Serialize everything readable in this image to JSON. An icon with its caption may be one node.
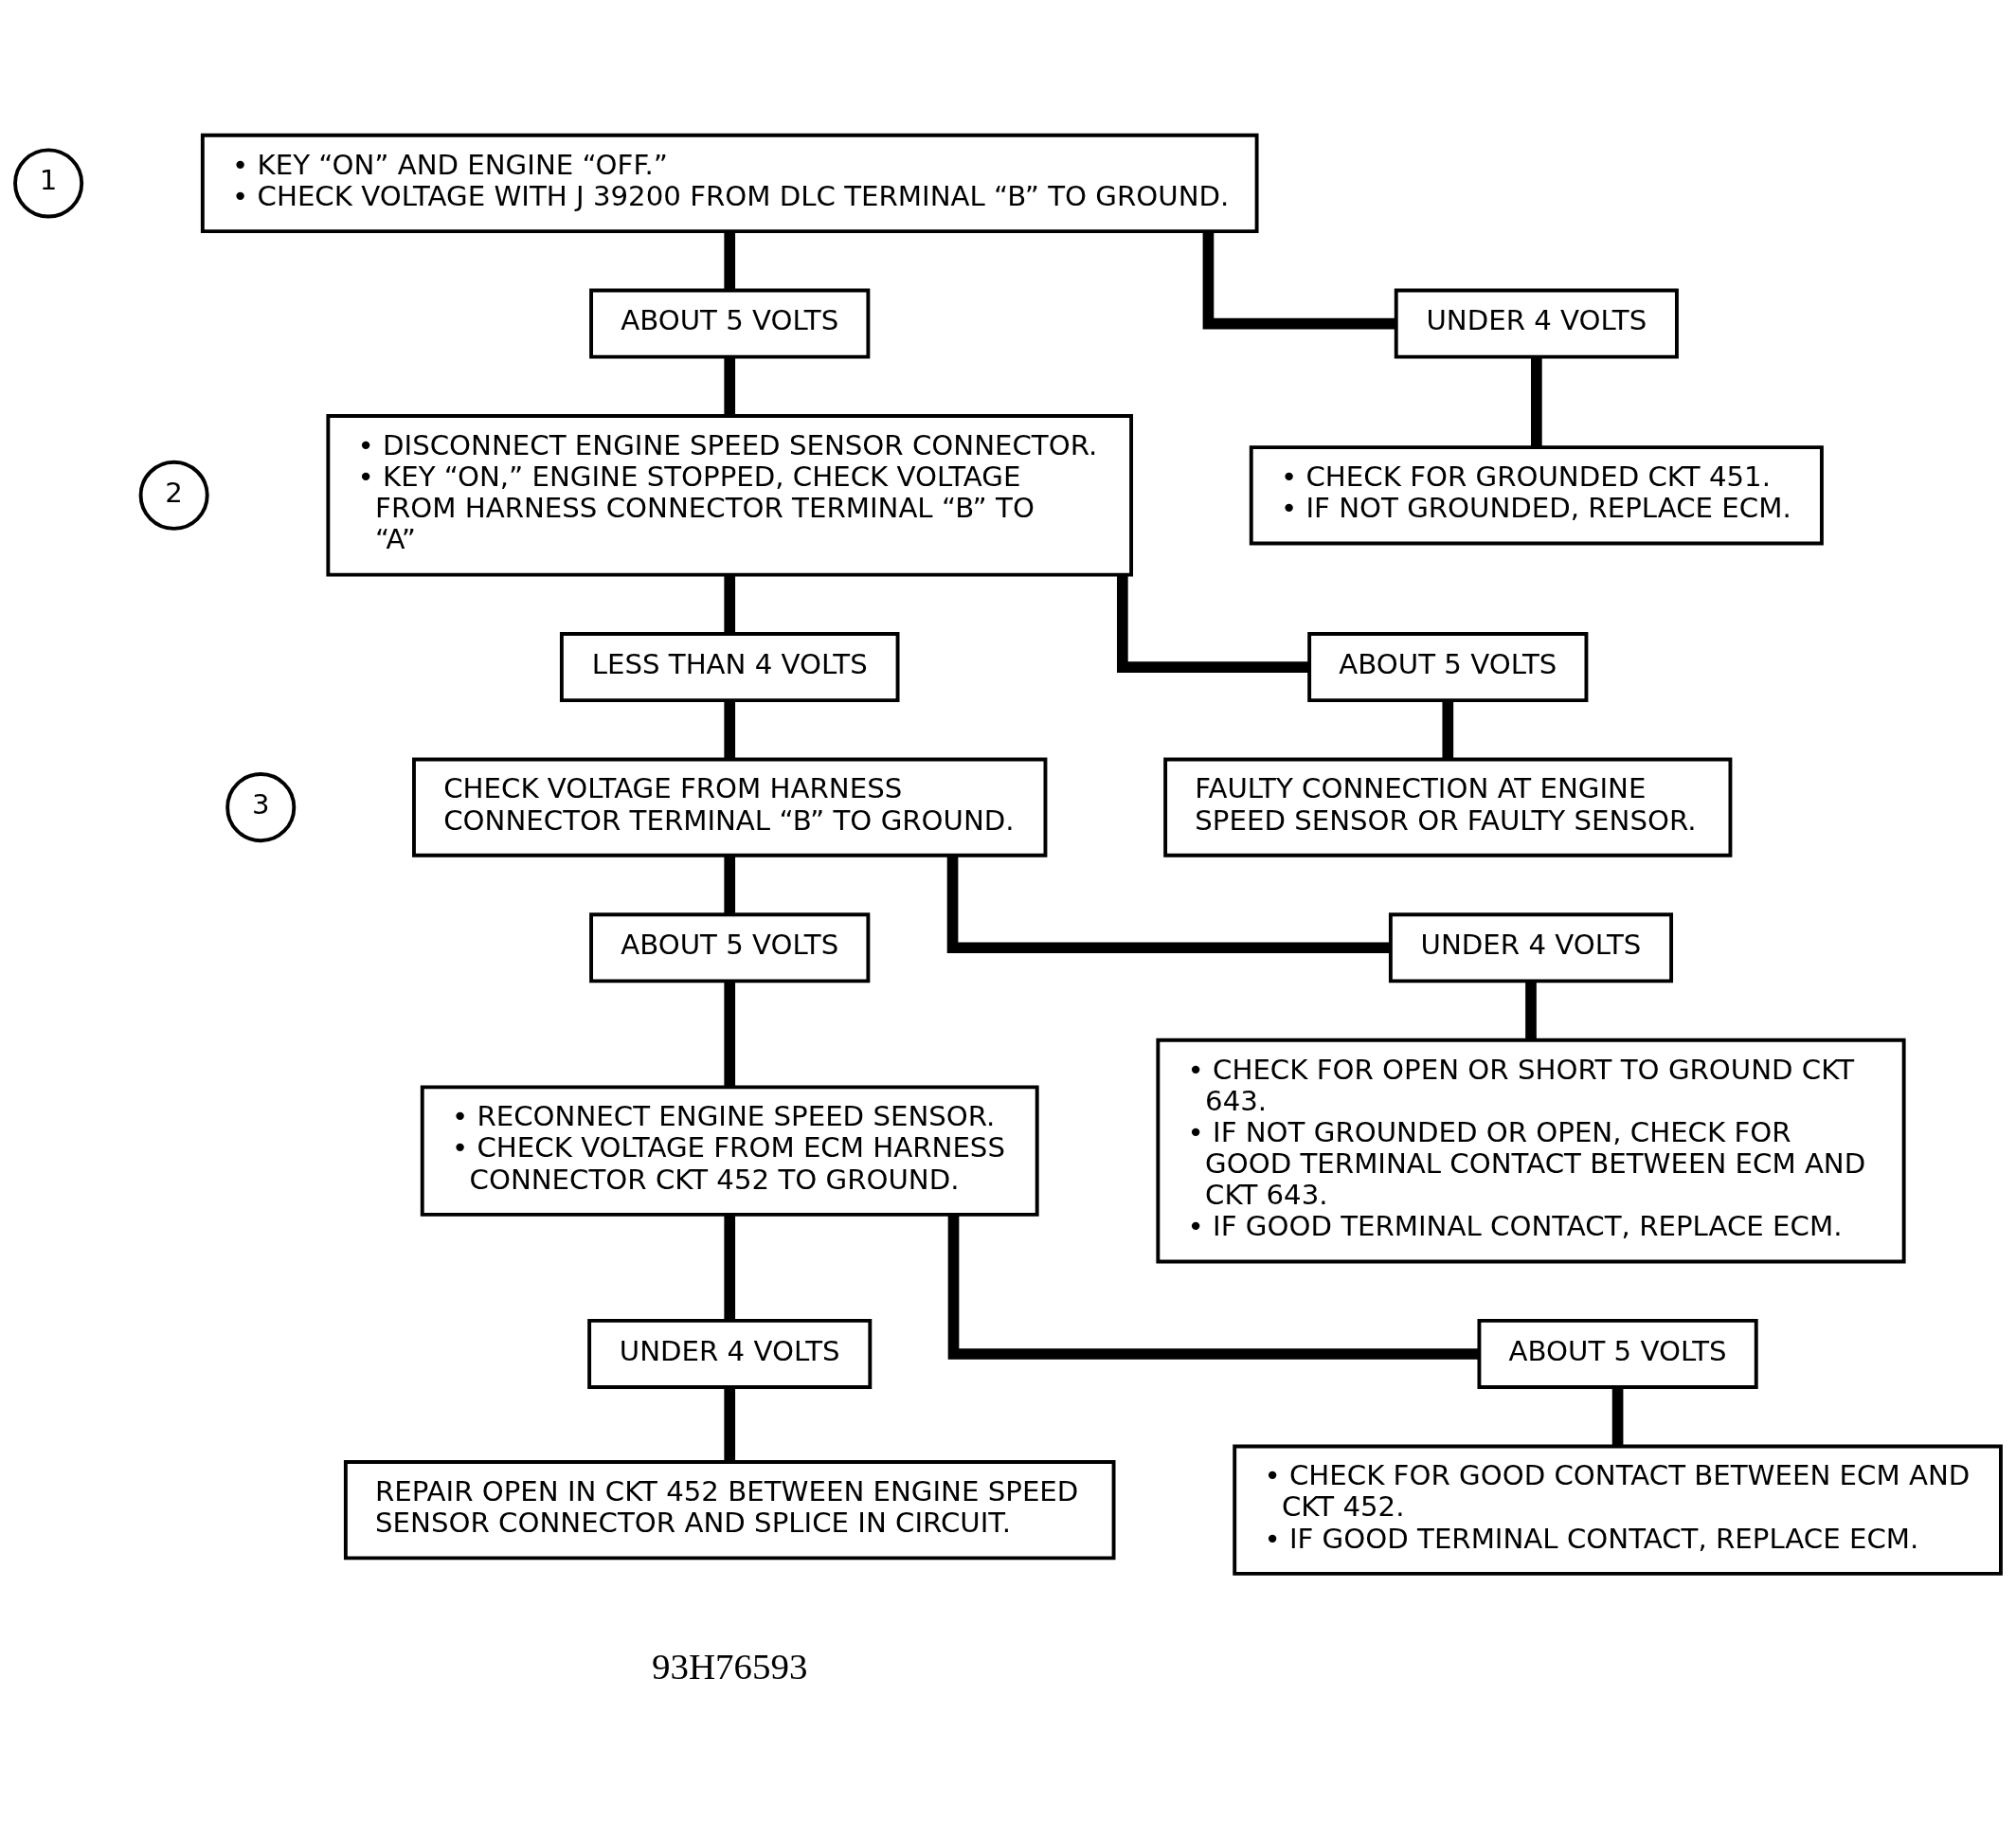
{
  "diagram": {
    "nodes": [
      {
        "text": [
          "1"
        ]
      },
      {
        "text": [
          "• KEY “ON” AND ENGINE “OFF.”",
          "• CHECK VOLTAGE WITH J 39200 FROM DLC TERMINAL “B” TO GROUND."
        ]
      },
      {
        "text": [
          "ABOUT 5 VOLTS"
        ]
      },
      {
        "text": [
          "UNDER 4 VOLTS"
        ]
      },
      {
        "text": [
          "2"
        ]
      },
      {
        "text": [
          "• DISCONNECT ENGINE SPEED SENSOR CONNECTOR.",
          "• KEY “ON,” ENGINE STOPPED, CHECK VOLTAGE FROM HARNESS CONNECTOR TERMINAL “B” TO “A”"
        ]
      },
      {
        "text": [
          "• CHECK FOR GROUNDED CKT 451.",
          "• IF NOT GROUNDED, REPLACE ECM."
        ]
      },
      {
        "text": [
          "LESS THAN 4 VOLTS"
        ]
      },
      {
        "text": [
          "ABOUT 5 VOLTS"
        ]
      },
      {
        "text": [
          "3"
        ]
      },
      {
        "text": [
          "CHECK VOLTAGE FROM HARNESS CONNECTOR TERMINAL “B” TO GROUND."
        ]
      },
      {
        "text": [
          "FAULTY CONNECTION AT ENGINE SPEED SENSOR OR FAULTY SENSOR."
        ]
      },
      {
        "text": [
          "ABOUT 5 VOLTS"
        ]
      },
      {
        "text": [
          "UNDER 4 VOLTS"
        ]
      },
      {
        "text": [
          "• RECONNECT ENGINE SPEED SENSOR.",
          "• CHECK VOLTAGE FROM ECM HARNESS CONNECTOR CKT 452 TO GROUND."
        ]
      },
      {
        "text": [
          "• CHECK FOR OPEN OR SHORT TO GROUND CKT 643.",
          "• IF NOT GROUNDED OR OPEN, CHECK FOR GOOD TERMINAL CONTACT BETWEEN ECM AND CKT 643.",
          "• IF GOOD TERMINAL CONTACT, REPLACE ECM."
        ]
      },
      {
        "text": [
          "UNDER 4 VOLTS"
        ]
      },
      {
        "text": [
          "ABOUT 5 VOLTS"
        ]
      },
      {
        "text": [
          "REPAIR OPEN IN CKT 452 BETWEEN ENGINE SPEED SENSOR CONNECTOR AND SPLICE IN CIRCUIT."
        ]
      },
      {
        "text": [
          "• CHECK FOR GOOD CONTACT BETWEEN ECM AND CKT 452.",
          "• IF GOOD TERMINAL CONTACT, REPLACE ECM."
        ]
      }
    ],
    "edges": [
      {
        "from": 1,
        "to": 2,
        "arrow": "none"
      },
      {
        "from": 1,
        "to": 3,
        "arrow": "none"
      },
      {
        "from": 2,
        "to": 5,
        "arrow": "none"
      },
      {
        "from": 3,
        "to": 6,
        "arrow": "none"
      },
      {
        "from": 5,
        "to": 7,
        "arrow": "none"
      },
      {
        "from": 5,
        "to": 8,
        "arrow": "none"
      },
      {
        "from": 7,
        "to": 10,
        "arrow": "none"
      },
      {
        "from": 8,
        "to": 11,
        "arrow": "none"
      },
      {
        "from": 10,
        "to": 12,
        "arrow": "none"
      },
      {
        "from": 10,
        "to": 13,
        "arrow": "none"
      },
      {
        "from": 12,
        "to": 14,
        "arrow": "none"
      },
      {
        "from": 13,
        "to": 15,
        "arrow": "none"
      },
      {
        "from": 14,
        "to": 16,
        "arrow": "none"
      },
      {
        "from": 14,
        "to": 17,
        "arrow": "none"
      },
      {
        "from": 16,
        "to": 18,
        "arrow": "none"
      },
      {
        "from": 17,
        "to": 19,
        "arrow": "none"
      }
    ],
    "labels": [
      "93H76593"
    ]
  }
}
